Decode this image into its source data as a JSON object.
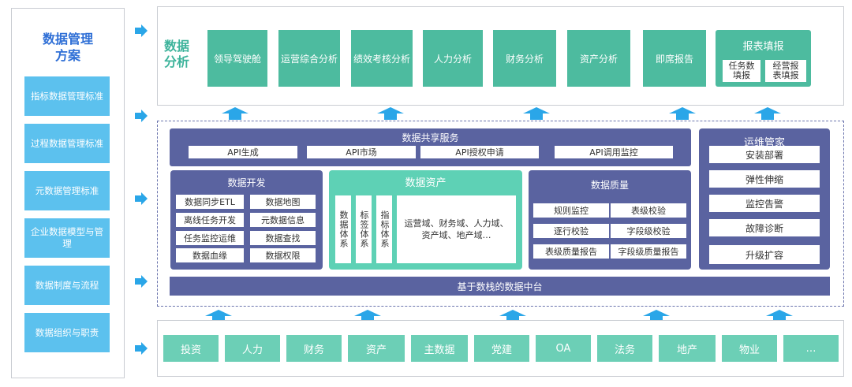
{
  "left": {
    "title_line1": "数据管理",
    "title_line2": "方案",
    "items": [
      "指标数据管理标准",
      "过程数据管理标准",
      "元数据管理标准",
      "企业数据模型与管理",
      "数据制度与流程",
      "数据组织与职责"
    ]
  },
  "analysis": {
    "label_line1": "数据",
    "label_line2": "分析",
    "items": [
      "领导驾驶舱",
      "运营综合分析",
      "绩效考核分析",
      "人力分析",
      "财务分析",
      "资产分析",
      "即席报告"
    ],
    "report": {
      "title": "报表填报",
      "sub1": "任务数填报",
      "sub2": "经营报表填报"
    }
  },
  "share": {
    "title": "数据共享服务",
    "apis": [
      "API生成",
      "API市场",
      "API授权申请",
      "API调用监控"
    ]
  },
  "dev": {
    "title": "数据开发",
    "items": [
      "数据同步ETL",
      "数据地图",
      "离线任务开发",
      "元数据信息",
      "任务监控运维",
      "数据查找",
      "数据血缘",
      "数据权限"
    ]
  },
  "asset": {
    "title": "数据资产",
    "verticals": [
      "数据体系",
      "标签体系",
      "指标体系"
    ],
    "domains": "运营域、财务域、人力域、资产域、地产域…"
  },
  "quality": {
    "title": "数据质量",
    "items": [
      "规则监控",
      "表级校验",
      "逐行校验",
      "字段级校验",
      "表级质量报告",
      "字段级质量报告"
    ]
  },
  "ops": {
    "title": "运维管家",
    "items": [
      "安装部署",
      "弹性伸缩",
      "监控告警",
      "故障诊断",
      "升级扩容"
    ]
  },
  "base": {
    "label": "基于数栈的数据中台"
  },
  "sources": [
    "投资",
    "人力",
    "财务",
    "资产",
    "主数据",
    "党建",
    "OA",
    "法务",
    "地产",
    "物业",
    "…"
  ],
  "colors": {
    "accent_blue": "#5cc1ee",
    "teal": "#4dbb9f",
    "navy": "#5a63a0",
    "arrow": "#2aa6e8"
  }
}
